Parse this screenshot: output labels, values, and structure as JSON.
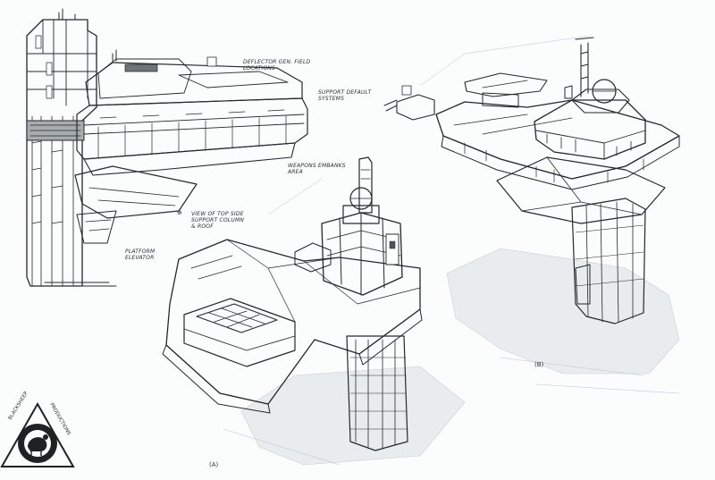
{
  "annotations": {
    "deflector_1": "DEFLECTOR GEN. FIELD",
    "deflector_2": "LOCATIONS",
    "support_1": "SUPPORT DEFAULT",
    "support_2": "SYSTEMS",
    "weapons_1": "WEAPONS EMBANKS",
    "weapons_2": "AREA",
    "elevator_1": "PLATFORM",
    "elevator_2": "ELEVATOR",
    "center_1": "VIEW OF TOP SIDE",
    "center_2": "SUPPORT COLUMN",
    "center_3": "& ROOF"
  },
  "view_markers": {
    "center_circle": "⊕",
    "right_view": "(B)",
    "bottom_view": "(A)"
  },
  "logo": {
    "text_left": "BLACKSHEEP",
    "text_right": "PRODUCTIONS"
  },
  "colors": {
    "ink": "#24282b",
    "paper": "#fbfcfc",
    "tone_light": "#e6ebed",
    "tone_mid": "#d3dade",
    "ground": "#e9ecee"
  }
}
